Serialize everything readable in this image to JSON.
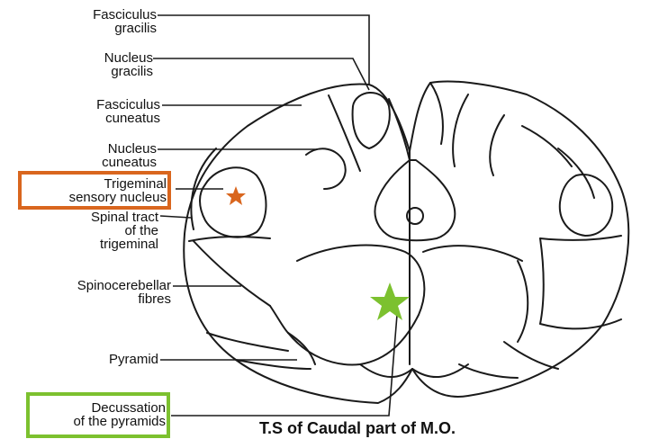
{
  "labels": {
    "fasciculus_gracilis": [
      "Fasciculus",
      "gracilis"
    ],
    "nucleus_gracilis": [
      "Nucleus",
      "gracilis"
    ],
    "fasciculus_cuneatus": [
      "Fasciculus",
      "cuneatus"
    ],
    "nucleus_cuneatus": [
      "Nucleus",
      "cuneatus"
    ],
    "trigeminal_sensory_nucleus": [
      "Trigeminal",
      "sensory nucleus"
    ],
    "spinal_tract_trigeminal": [
      "Spinal tract",
      "of the",
      "trigeminal"
    ],
    "spinocerebellar_fibres": [
      "Spinocerebellar",
      "fibres"
    ],
    "pyramid": [
      "Pyramid"
    ],
    "decussation_pyramids": [
      "Decussation",
      "of the pyramids"
    ]
  },
  "caption": "T.S of Caudal part of M.O.",
  "highlights": {
    "trigeminal_box_color": "#D9661E",
    "decussation_box_color": "#7CC12F",
    "orange_star_color": "#D9661E",
    "green_star_color": "#7CC12F"
  }
}
